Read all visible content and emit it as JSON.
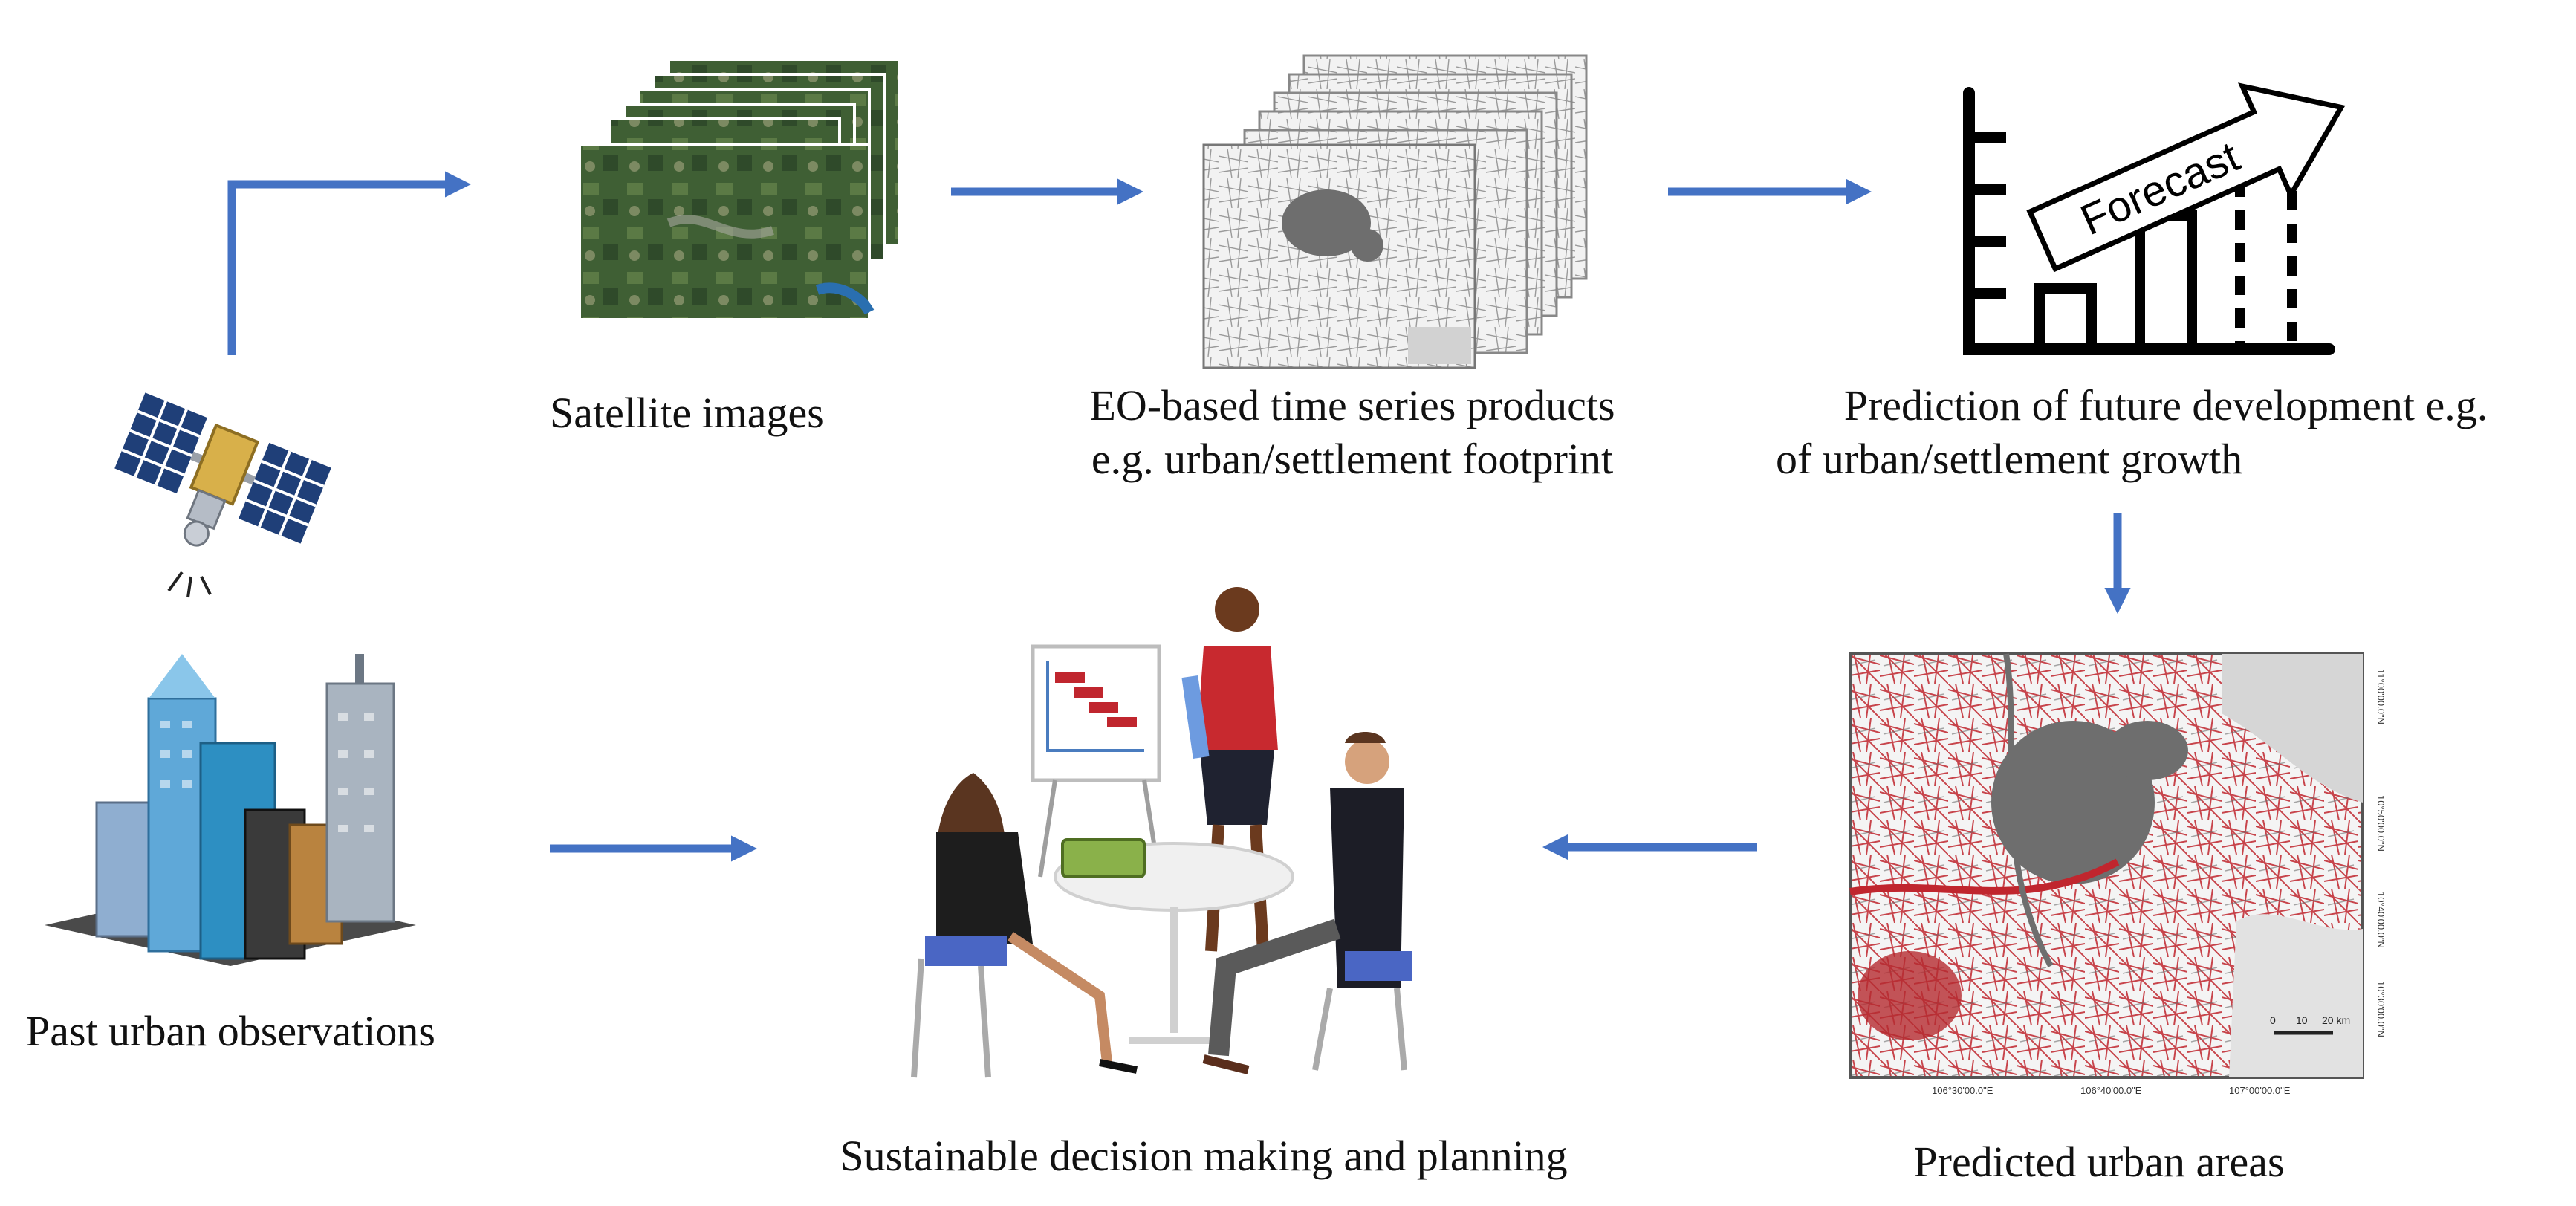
{
  "captions": {
    "satellite_images": "Satellite images",
    "eo_products_line1": "EO-based time series products",
    "eo_products_line2": "e.g. urban/settlement footprint",
    "prediction_line1": "Prediction of future development e.g.",
    "prediction_line2": "of urban/settlement growth",
    "past_observations": "Past urban observations",
    "decision_making": "Sustainable decision making and planning",
    "predicted_areas": "Predicted urban areas"
  },
  "forecast_chart": {
    "arrow_label": "Forecast",
    "bars": [
      {
        "kind": "observed",
        "level": 0.33
      },
      {
        "kind": "observed",
        "level": 0.7
      },
      {
        "kind": "forecast",
        "level": 1.0
      }
    ]
  },
  "map_axes": {
    "x_ticks": [
      "106°30'00.0\"E",
      "106°40'00.0\"E",
      "107°00'00.0\"E"
    ],
    "y_ticks": [
      "11°00'00.0\"N",
      "10°50'00.0\"N",
      "10°40'00.0\"N",
      "10°30'00.0\"N"
    ],
    "scale_labels": [
      "0",
      "10",
      "20 km"
    ]
  },
  "colors": {
    "flow_arrow": "#4472c4",
    "urban_gray": "#6e6e6e",
    "predicted_red": "#c0262e",
    "satellite_panel": "#1f3f78",
    "satellite_body": "#d8b04a"
  },
  "icons": [
    "satellite-icon",
    "city-buildings-icon",
    "meeting-people-icon",
    "bar-chart-icon"
  ]
}
